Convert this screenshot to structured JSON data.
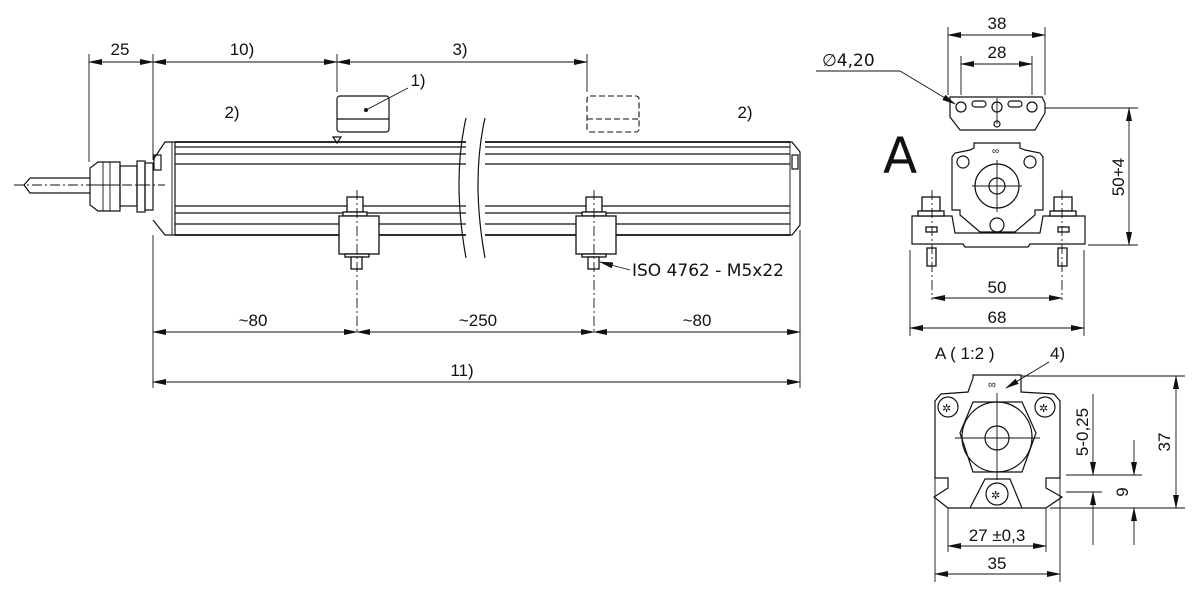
{
  "drawing": {
    "side_view": {
      "dimensions_top": {
        "cable_gland": "25",
        "to_slider": "10)",
        "stroke": "3)"
      },
      "notes": {
        "slider_ref": "1)",
        "dead_zone_left": "2)",
        "dead_zone_right": "2)"
      },
      "screw_label": "ISO 4762 - M5x22",
      "dimensions_bottom": {
        "left_clamp": "~80",
        "clamp_spacing": "~250",
        "right_clamp": "~80",
        "overall": "11)"
      }
    },
    "view_a": {
      "view_letter": "A",
      "hole_diameter": "∅4,20",
      "slider_width_outer": "38",
      "slider_hole_spacing": "28",
      "height": "50+4",
      "clamp_spacing": "50",
      "overall_width": "68"
    },
    "detail_a": {
      "title": "A  ( 1:2 )",
      "note_ref": "4)",
      "dim_offset": "5-0,25",
      "dim_slot": "9",
      "dim_height": "37",
      "dim_inner_width": "27 ±0,3",
      "dim_outer_width": "35"
    }
  }
}
